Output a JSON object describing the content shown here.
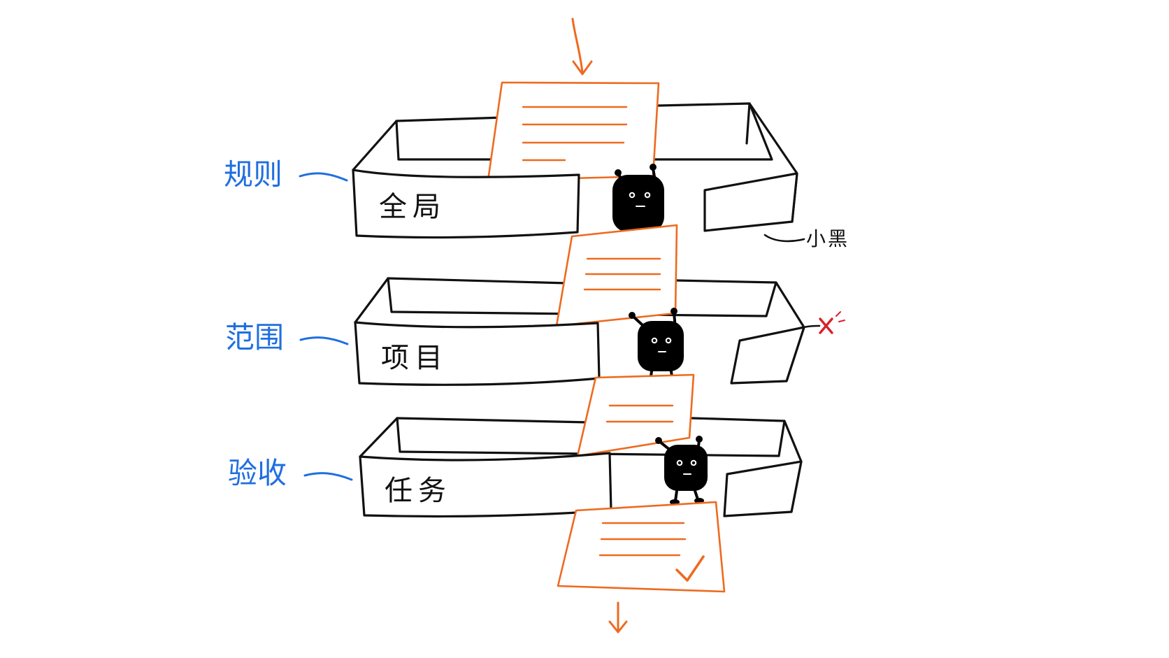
{
  "layers": [
    {
      "label": "规则",
      "box_label": "全局"
    },
    {
      "label": "范围",
      "box_label": "项目"
    },
    {
      "label": "验收",
      "box_label": "任务"
    }
  ],
  "character": {
    "label": "小黑"
  },
  "colors": {
    "layer_label": "#1f6fe0",
    "document": "#ee6a1f",
    "reject_mark": "#d8202a",
    "ink": "#111111"
  },
  "icons": {
    "inflow": "arrow-down-icon",
    "outflow": "arrow-down-icon",
    "approved": "checkmark-icon",
    "rejected": "x-mark-icon"
  }
}
